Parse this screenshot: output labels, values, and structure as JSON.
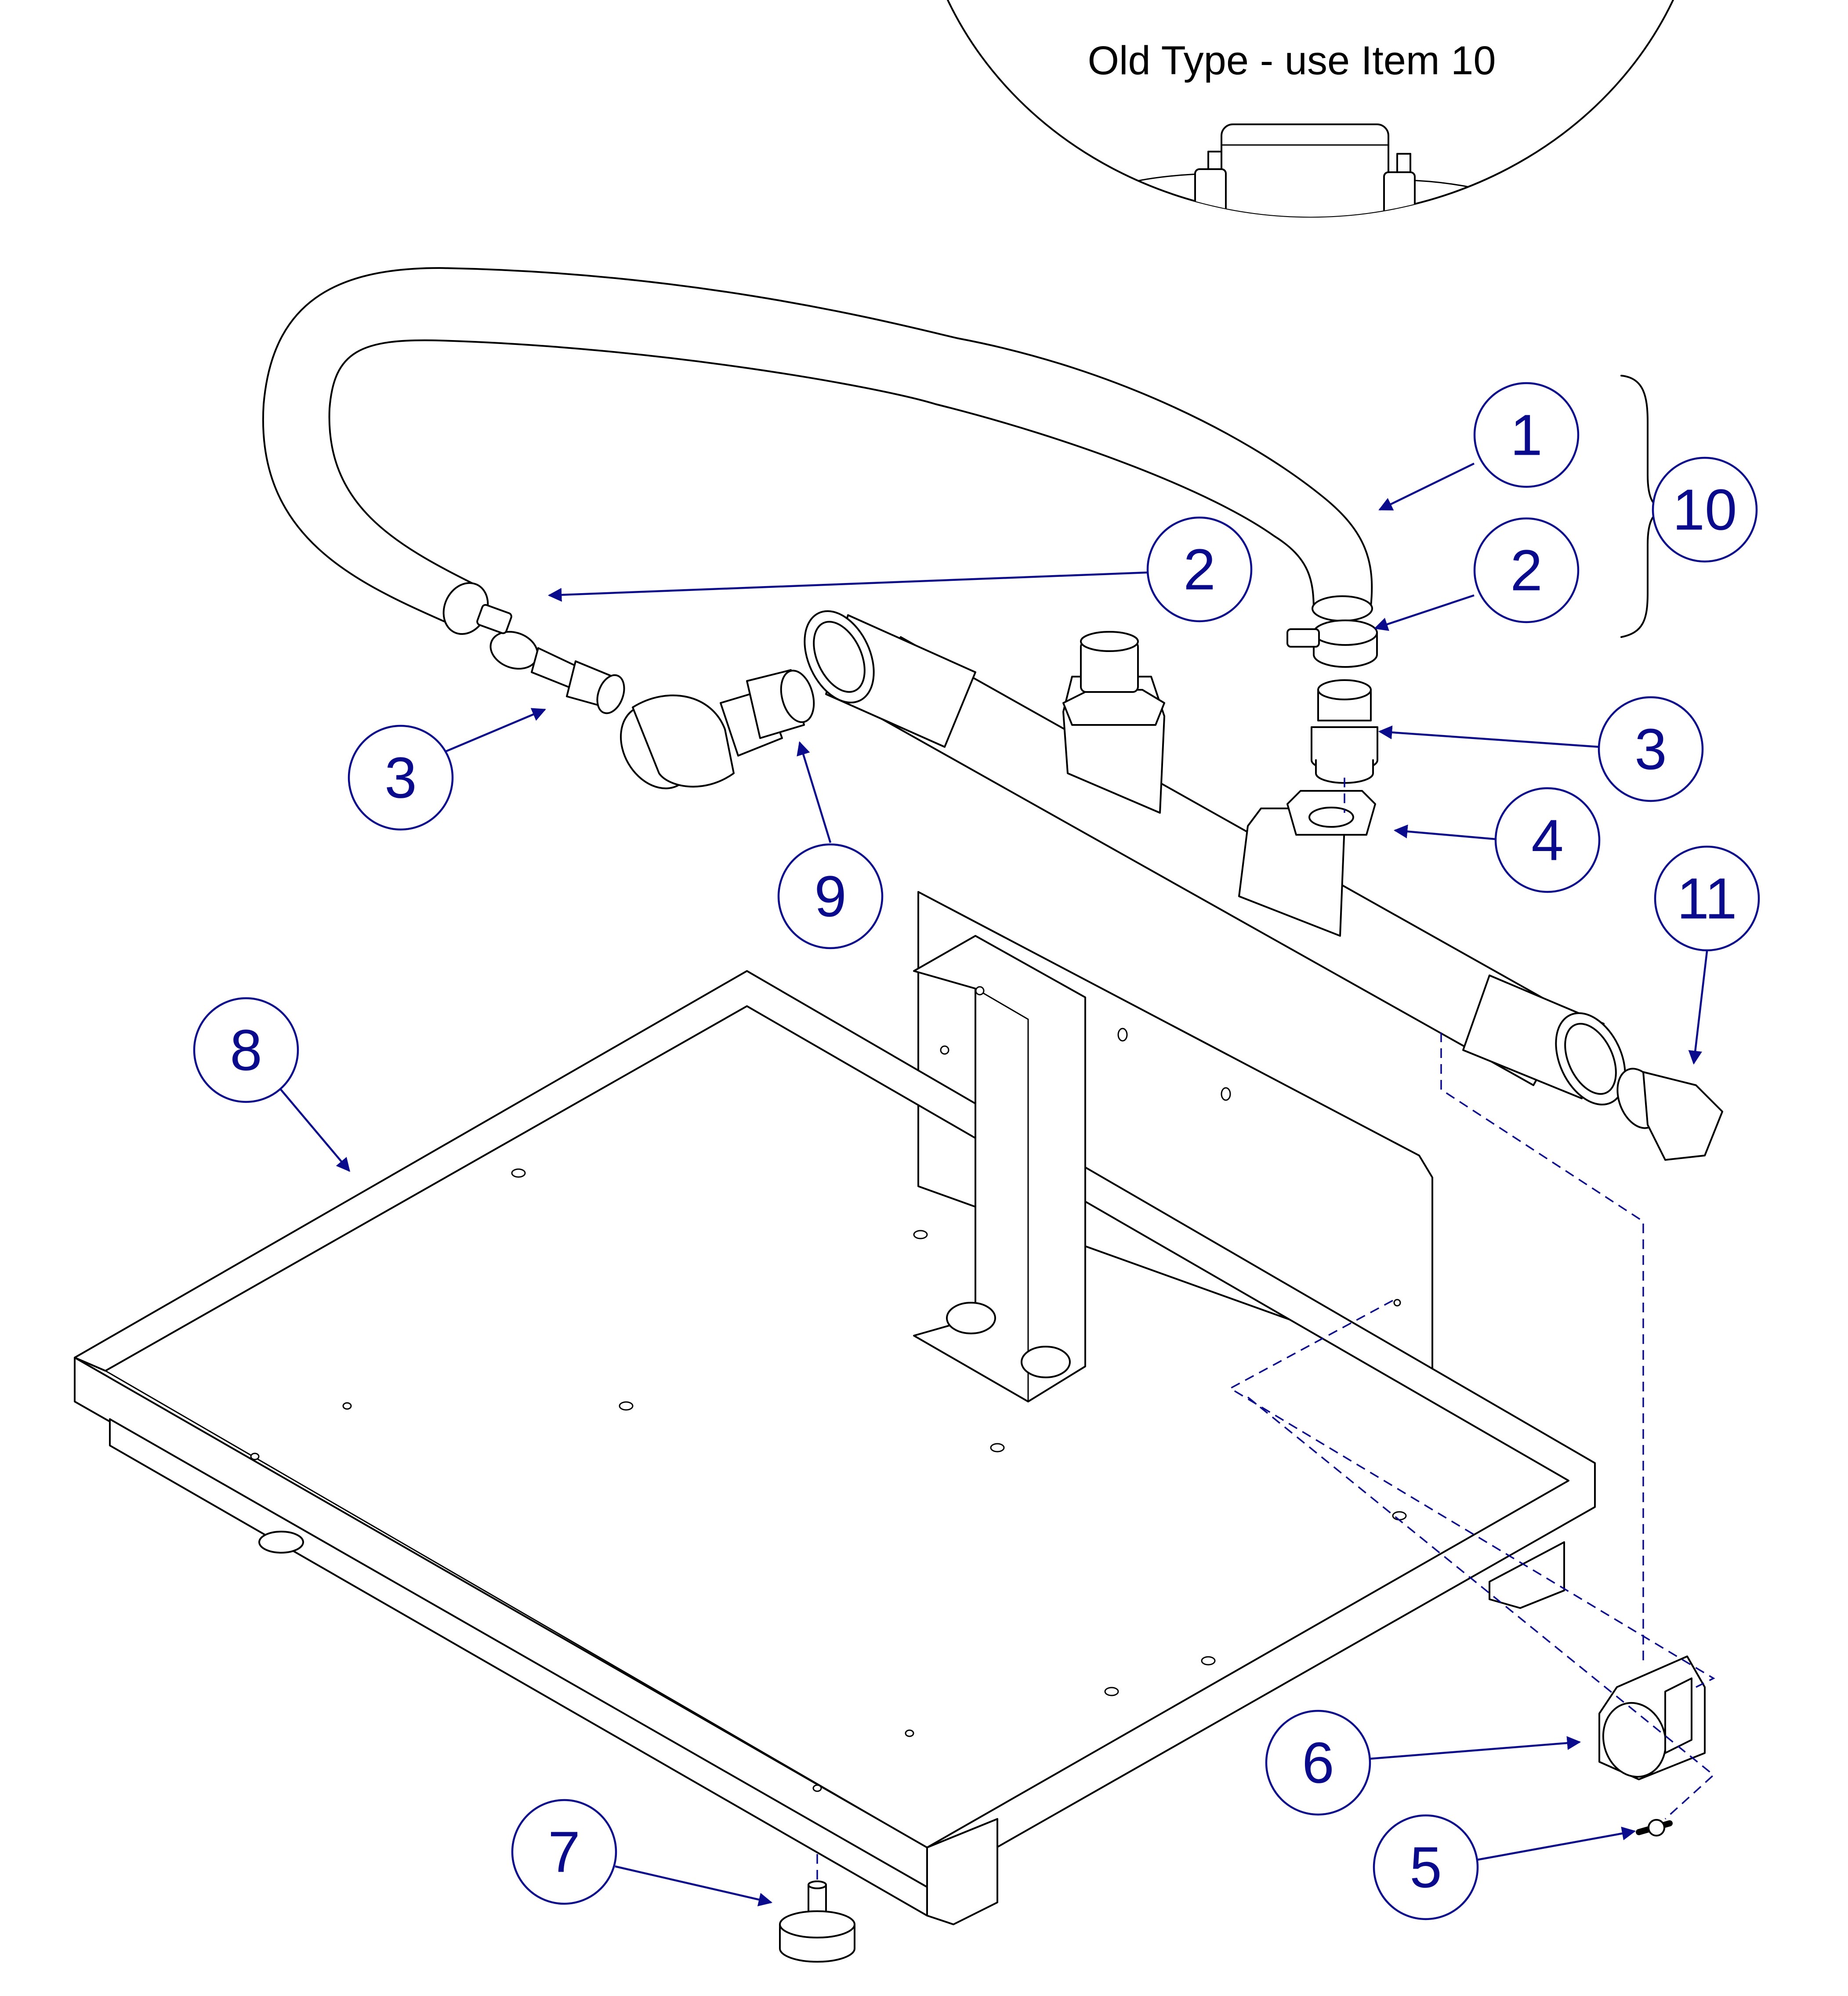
{
  "detail_view": {
    "note": "Old Type - use Item 10"
  },
  "callouts": [
    {
      "id": "1",
      "label": "1"
    },
    {
      "id": "2a",
      "label": "2"
    },
    {
      "id": "2b",
      "label": "2"
    },
    {
      "id": "3a",
      "label": "3"
    },
    {
      "id": "3b",
      "label": "3"
    },
    {
      "id": "4",
      "label": "4"
    },
    {
      "id": "5",
      "label": "5"
    },
    {
      "id": "6",
      "label": "6"
    },
    {
      "id": "7",
      "label": "7"
    },
    {
      "id": "8",
      "label": "8"
    },
    {
      "id": "9",
      "label": "9"
    },
    {
      "id": "10",
      "label": "10"
    },
    {
      "id": "11",
      "label": "11"
    }
  ],
  "colors": {
    "callout": "#0a0a8c",
    "linework": "#000000",
    "background": "#ffffff"
  }
}
